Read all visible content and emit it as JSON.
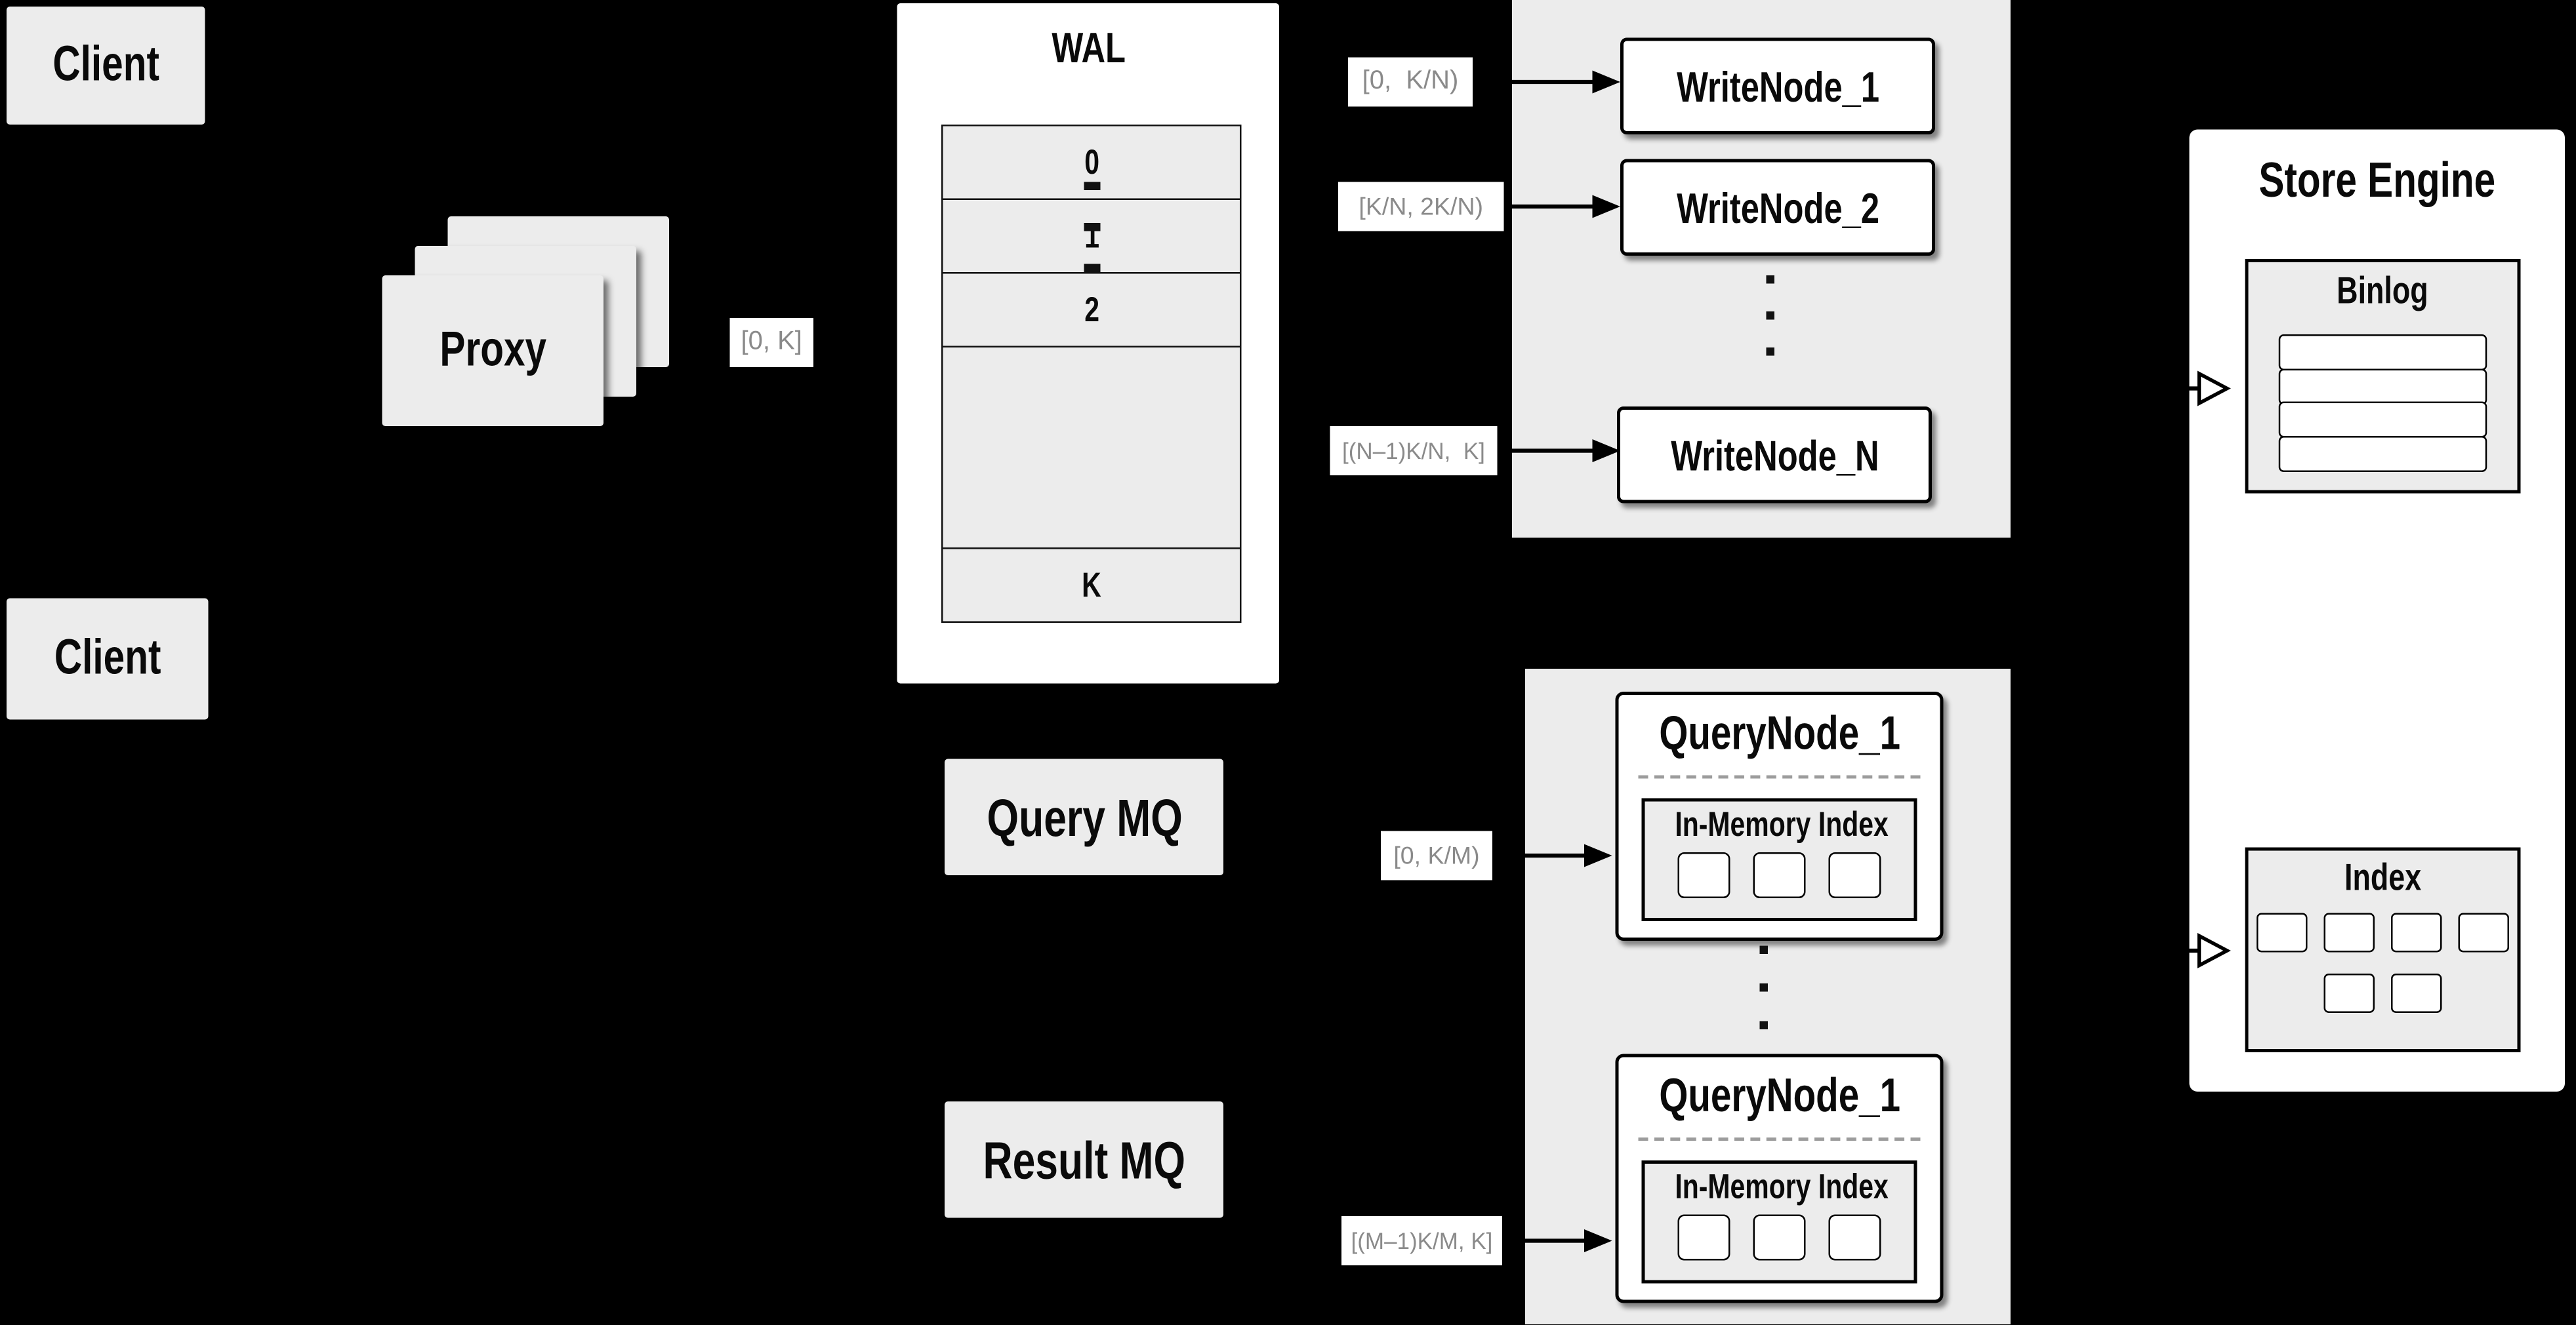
{
  "colors": {
    "background": "#000000",
    "panel_gray": "#ececec",
    "box_white": "#ffffff",
    "border_black": "#000000",
    "label_gray": "#8a8a8a"
  },
  "clients": {
    "top": "Client",
    "bottom": "Client"
  },
  "proxy": {
    "title": "Proxy"
  },
  "wal": {
    "title": "WAL",
    "cells": [
      "0",
      "1",
      "2",
      "K"
    ]
  },
  "labels": {
    "proxy_out": "[0, K]",
    "to_writenode_1": "[0,  K/N)",
    "to_writenode_2": "[K/N, 2K/N)",
    "to_writenode_n": "[(N–1)K/N,  K]",
    "to_querynode_1": "[0, K/M)",
    "to_querynode_m": "[(M–1)K/M, K]"
  },
  "write_nodes": {
    "node_1": "WriteNode_1",
    "node_2": "WriteNode_2",
    "node_n": "WriteNode_N"
  },
  "store_engine": {
    "title": "Store Engine",
    "binlog": {
      "title": "Binlog",
      "row_count": 4
    },
    "index": {
      "title": "Index",
      "cell_count": 6
    }
  },
  "mq": {
    "query": "Query MQ",
    "result": "Result MQ"
  },
  "query_nodes": {
    "node_1": {
      "title": "QueryNode_1",
      "index_title": "In-Memory Index"
    },
    "node_m": {
      "title": "QueryNode_1",
      "index_title": "In-Memory Index"
    }
  }
}
